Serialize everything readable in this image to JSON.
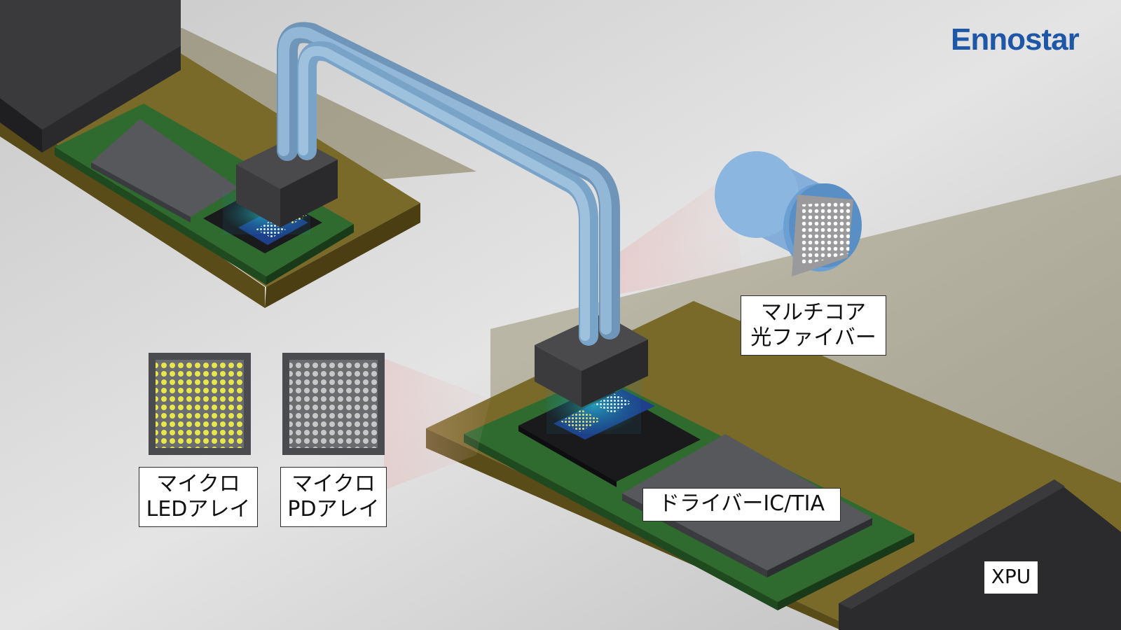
{
  "brand": {
    "logo_text": "Ennostar",
    "logo_color": "#1f57a7"
  },
  "labels": {
    "multicore_fiber": {
      "line1": "マルチコア",
      "line2": "光ファイバー"
    },
    "micro_led_array": {
      "line1": "マイクロ",
      "line2": "LEDアレイ"
    },
    "micro_pd_array": {
      "line1": "マイクロ",
      "line2": "PDアレイ"
    },
    "driver_ic": "ドライバーIC/TIA",
    "xpu": "XPU"
  },
  "colors": {
    "board_edge": "#6b5a1e",
    "pcb_green": "#2f6b2f",
    "chip_dark": "#2b2b2d",
    "ic_gray": "#56585c",
    "fiber_blue": "#7fa8cc",
    "led_yellow": "#e8e64a",
    "pd_gray": "#c8c8c8",
    "emitter_blue": "#1e3f8a"
  },
  "icons": {
    "led_array": "micro-led-array-icon",
    "pd_array": "micro-pd-array-icon",
    "fiber_end": "multicore-fiber-end-icon"
  }
}
